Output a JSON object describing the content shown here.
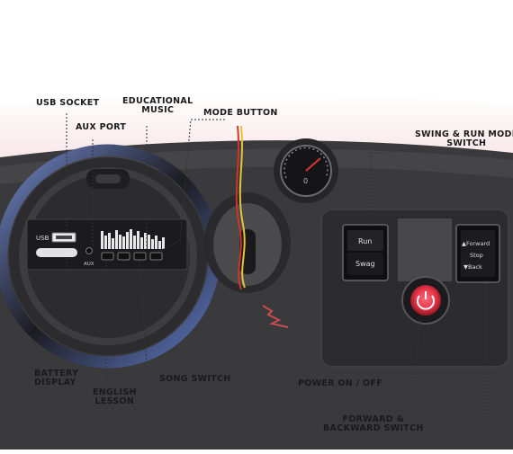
{
  "callouts": {
    "usb_socket": "USB SOCKET",
    "educational_music": [
      "EDUCATIONAL",
      "MUSIC"
    ],
    "aux_port": "AUX PORT",
    "mode_button": "MODE BUTTON",
    "swing_run_switch": [
      "SWING & RUN MODE",
      "SWITCH"
    ],
    "battery_display": [
      "BATTERY",
      "DISPLAY"
    ],
    "english_lesson": [
      "ENGLISH",
      "LESSON"
    ],
    "song_switch": "SONG SWITCH",
    "power_on_off": "POWER ON / OFF",
    "forward_backward_switch": [
      "FORWARD &",
      "BACKWARD SWITCH"
    ]
  },
  "panel": {
    "usb_text": "USB",
    "aux_text": "AUX",
    "run": "Run",
    "swag": "Swag",
    "forward": "▲Forward",
    "stop": "Stop",
    "back": "▼Back",
    "gauge_zero": "0"
  },
  "colors": {
    "dash_red": "#c9434f",
    "panel_dark": "#2b2b2d",
    "power_red": "#e8364a"
  }
}
